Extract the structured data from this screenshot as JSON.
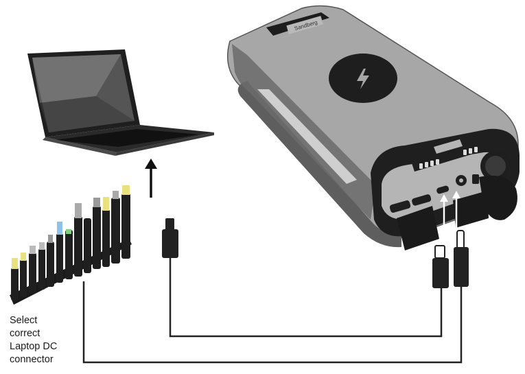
{
  "caption": {
    "lines": [
      "Select",
      "correct",
      "Laptop DC",
      "connector"
    ]
  },
  "brand_text": "Sandberg",
  "colors": {
    "body_gray": "#a7a7a7",
    "dark": "#1e1e1e",
    "mid_gray": "#6e6e6e",
    "cable": "#222222",
    "text": "#1a1a1a"
  }
}
